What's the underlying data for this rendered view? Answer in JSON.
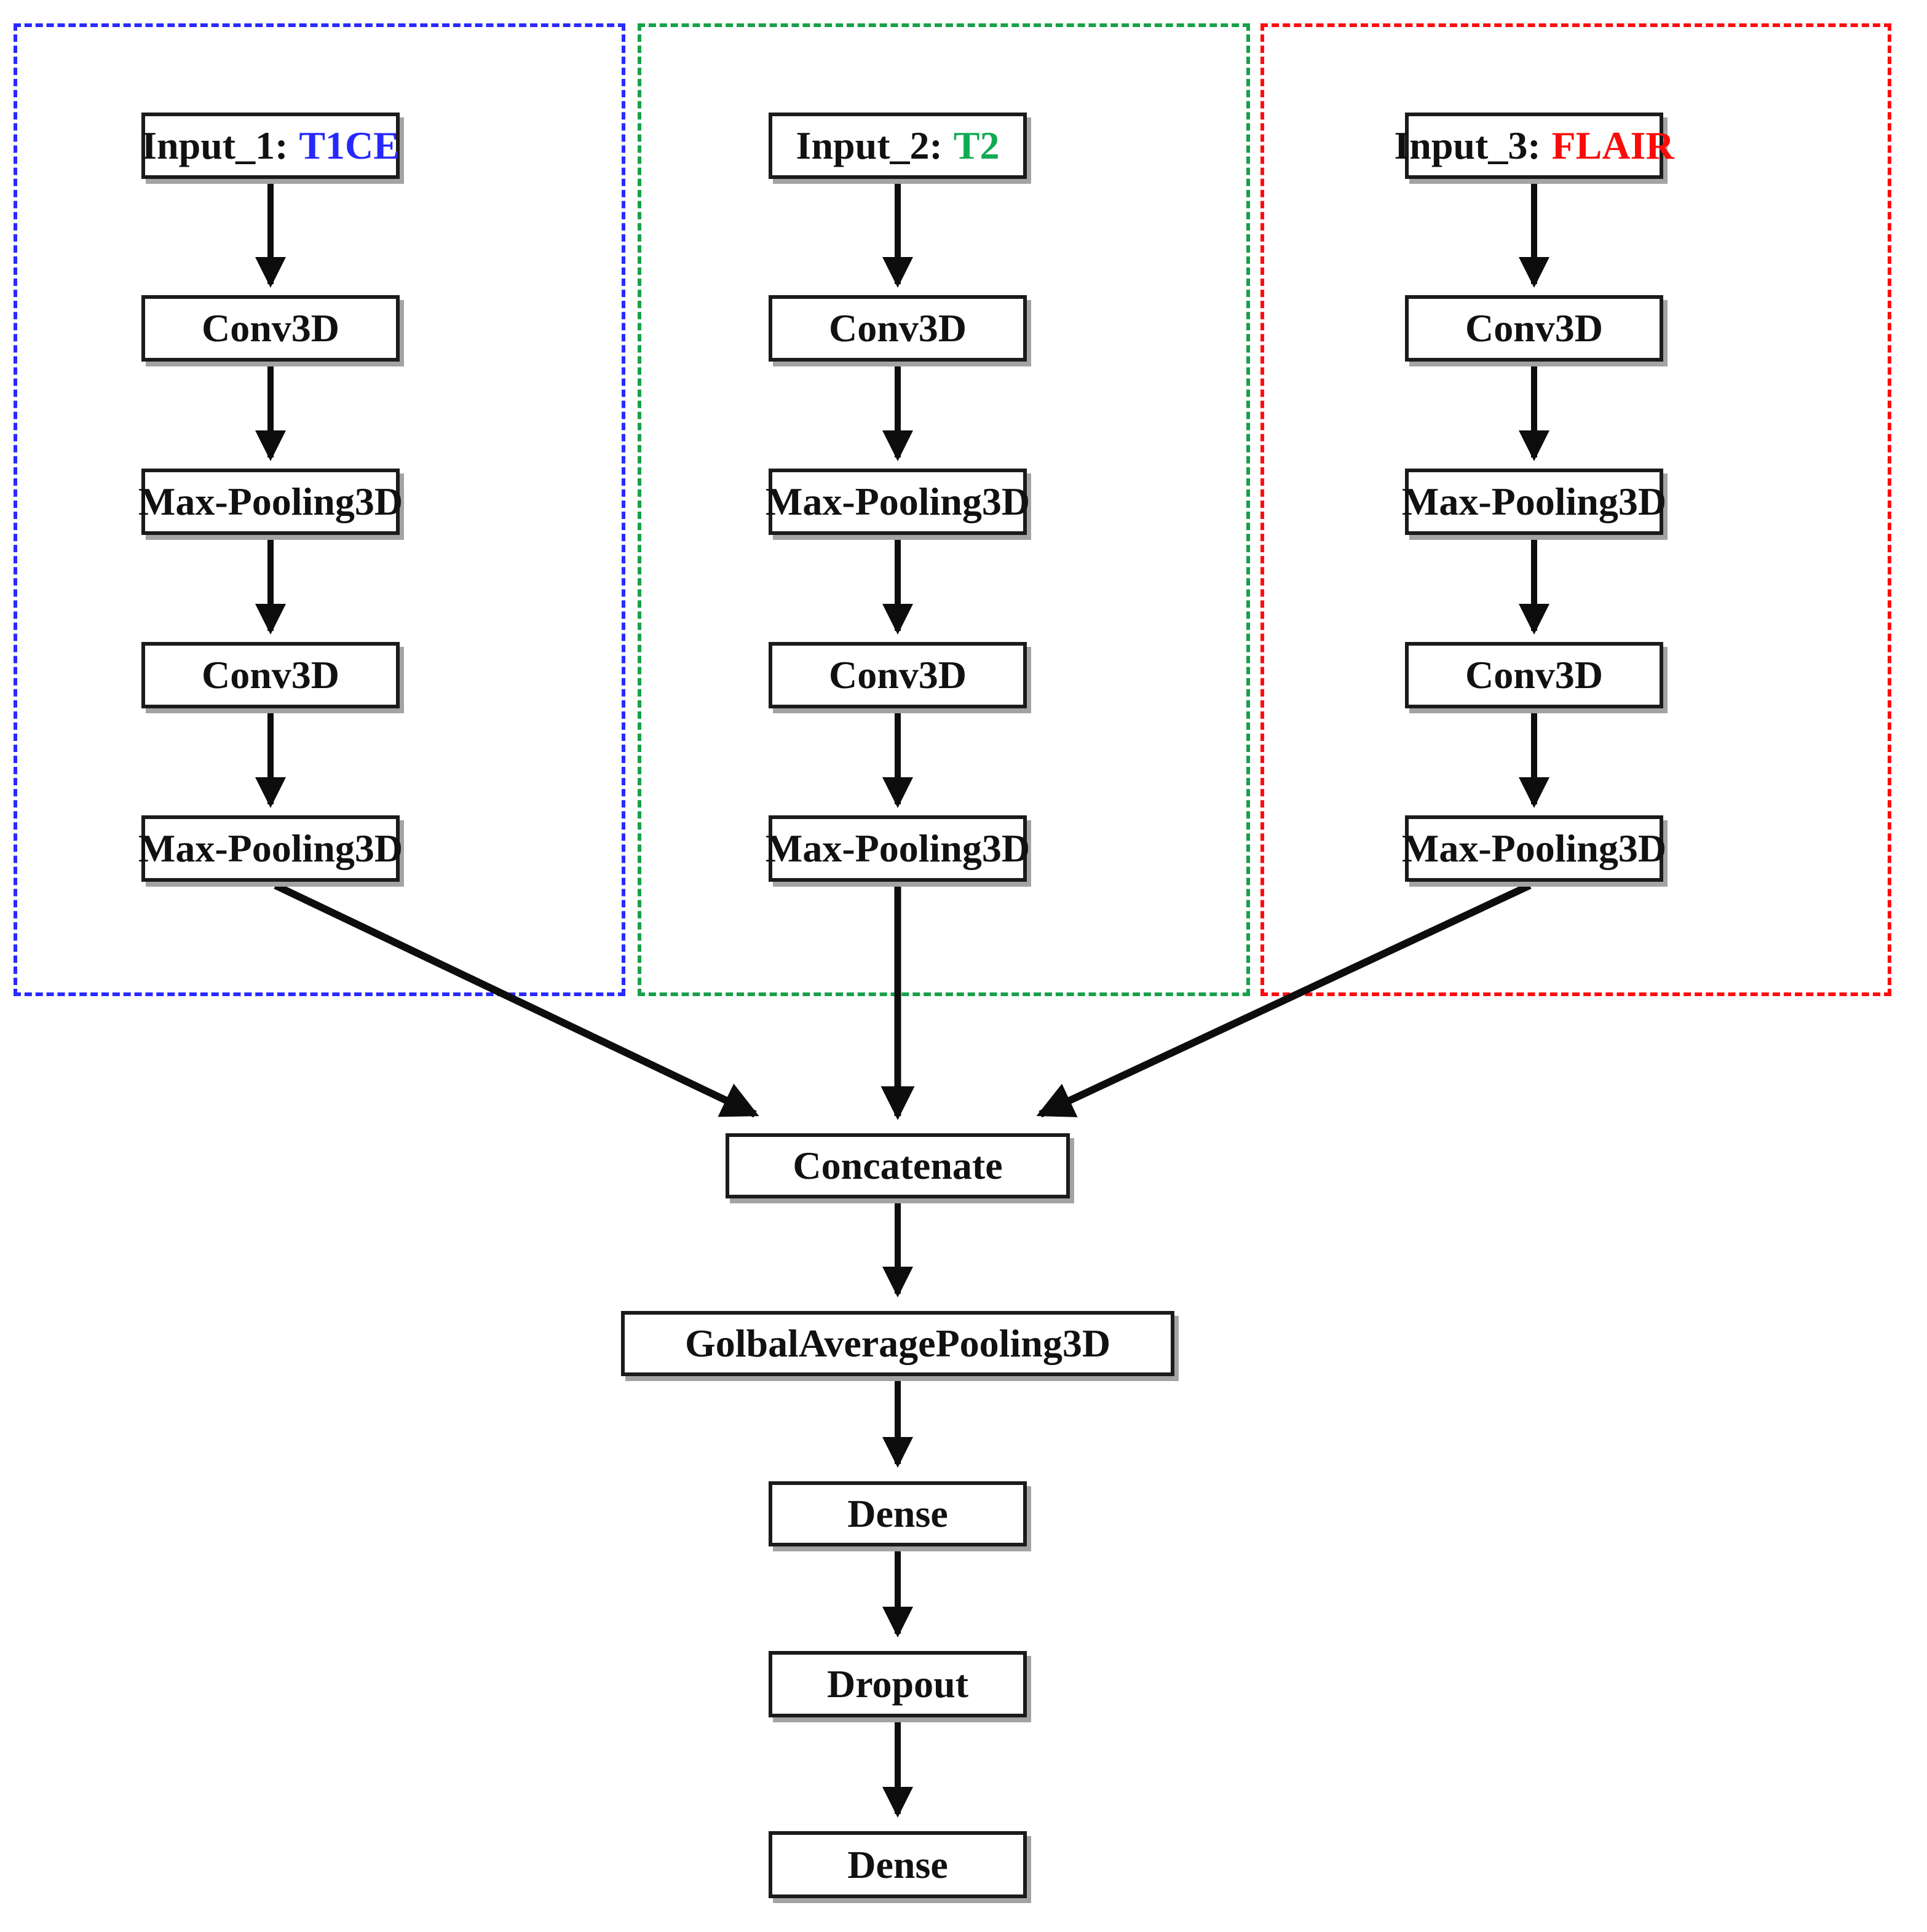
{
  "diagram": {
    "description_colors": {
      "t1ce_region_border": "#2a2aff",
      "t2_region_border": "#18a04a",
      "flair_region_border": "#fd0d0d",
      "t1ce_text": "#2727ff",
      "t2_text": "#10ac52",
      "flair_text": "#fb0a0a",
      "node_border": "#1b1b1b",
      "arrow": "#0d0d0d"
    },
    "branches": [
      {
        "id": "t1ce",
        "input_prefix": "Input_1:",
        "modality": "T1CE",
        "layers": [
          "Conv3D",
          "Max-Pooling3D",
          "Conv3D",
          "Max-Pooling3D"
        ]
      },
      {
        "id": "t2",
        "input_prefix": "Input_2:",
        "modality": "T2",
        "layers": [
          "Conv3D",
          "Max-Pooling3D",
          "Conv3D",
          "Max-Pooling3D"
        ]
      },
      {
        "id": "flair",
        "input_prefix": "Input_3:",
        "modality": "FLAIR",
        "layers": [
          "Conv3D",
          "Max-Pooling3D",
          "Conv3D",
          "Max-Pooling3D"
        ]
      }
    ],
    "tail": {
      "concatenate": "Concatenate",
      "global_pool": "GolbalAveragePooling3D",
      "dense_1": "Dense",
      "dropout": "Dropout",
      "dense_2": "Dense"
    }
  }
}
